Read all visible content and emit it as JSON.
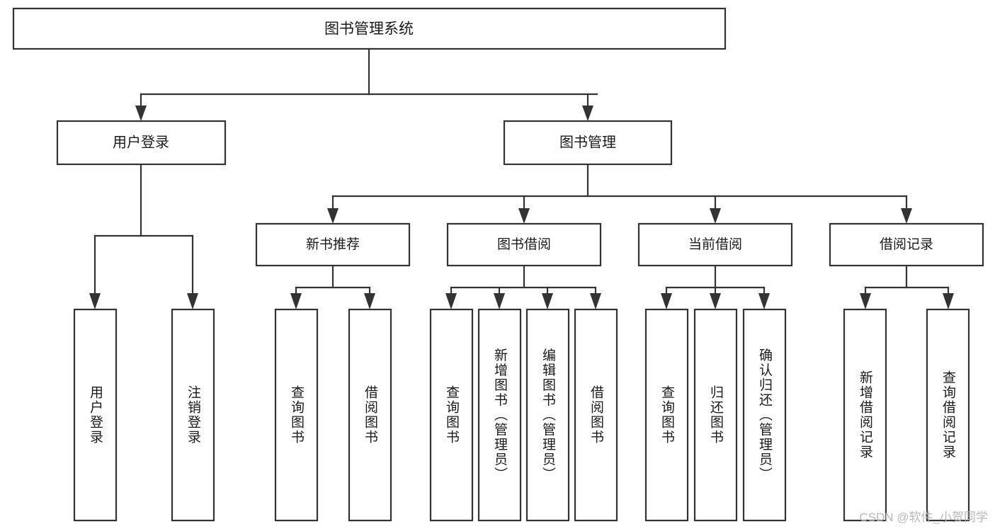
{
  "diagram": {
    "type": "tree-hierarchy-flowchart",
    "title": "图书管理系统",
    "watermark": "CSDN @软件_小贺同学",
    "colors": {
      "box_fill": "#ffffff",
      "box_stroke": "#333333",
      "text": "#1a1a1a",
      "background": "#ffffff",
      "watermark": "#b8b8b8"
    },
    "root": {
      "id": "root",
      "label": "图书管理系统",
      "level": 1
    },
    "level2": [
      {
        "id": "user-login",
        "label": "用户登录",
        "level": 2
      },
      {
        "id": "book-management",
        "label": "图书管理",
        "level": 2
      }
    ],
    "level3": [
      {
        "id": "new-book-recommend",
        "label": "新书推荐",
        "level": 3,
        "parent": "book-management"
      },
      {
        "id": "book-borrow",
        "label": "图书借阅",
        "level": 3,
        "parent": "book-management"
      },
      {
        "id": "current-borrow",
        "label": "当前借阅",
        "level": 3,
        "parent": "book-management"
      },
      {
        "id": "borrow-record",
        "label": "借阅记录",
        "level": 3,
        "parent": "book-management"
      }
    ],
    "leaves": [
      {
        "id": "leaf-user-login",
        "label": "用户登录",
        "parent": "user-login"
      },
      {
        "id": "leaf-logout-login",
        "label": "注销登录",
        "parent": "user-login"
      },
      {
        "id": "leaf-query-book-1",
        "label": "查询图书",
        "parent": "new-book-recommend"
      },
      {
        "id": "leaf-borrow-book-1",
        "label": "借阅图书",
        "parent": "new-book-recommend"
      },
      {
        "id": "leaf-query-book-2",
        "label": "查询图书",
        "parent": "book-borrow"
      },
      {
        "id": "leaf-add-book",
        "label": "新增图书（管理员）",
        "parent": "book-borrow"
      },
      {
        "id": "leaf-edit-book",
        "label": "编辑图书（管理员）",
        "parent": "book-borrow"
      },
      {
        "id": "leaf-borrow-book-2",
        "label": "借阅图书",
        "parent": "book-borrow"
      },
      {
        "id": "leaf-query-book-3",
        "label": "查询图书",
        "parent": "current-borrow"
      },
      {
        "id": "leaf-return-book",
        "label": "归还图书",
        "parent": "current-borrow"
      },
      {
        "id": "leaf-confirm-return",
        "label": "确认归还（管理员）",
        "parent": "current-borrow"
      },
      {
        "id": "leaf-add-record",
        "label": "新增借阅记录",
        "parent": "borrow-record"
      },
      {
        "id": "leaf-query-record",
        "label": "查询借阅记录",
        "parent": "borrow-record"
      }
    ]
  }
}
